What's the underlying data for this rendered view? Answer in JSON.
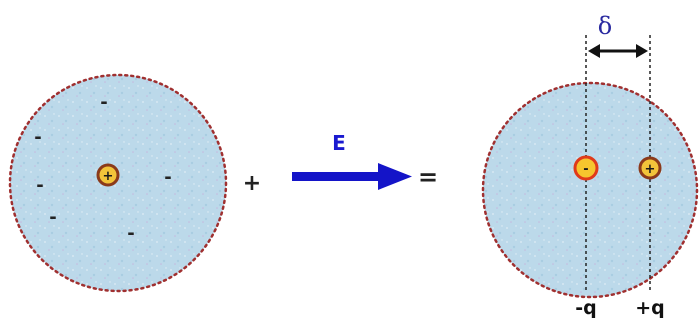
{
  "operators": {
    "plus": "+",
    "equals": "="
  },
  "field": {
    "label": "E",
    "arrow_color": "#1414c8"
  },
  "left_atom": {
    "nucleus_sign": "+",
    "electron_sign": "-",
    "electron_count": 6
  },
  "right_atom": {
    "negative_center_sign": "-",
    "positive_center_sign": "+"
  },
  "displacement": {
    "label": "δ"
  },
  "charges": {
    "negative": "-q",
    "positive": "+q"
  },
  "colors": {
    "sphere_fill": "#bcd9ea",
    "sphere_border": "#a03030",
    "nucleus_ring": "#8b3a1a",
    "nucleus_fill": "#f2c43a",
    "negative_center_ring": "#e03a1a",
    "negative_center_fill": "#f6c52e"
  }
}
